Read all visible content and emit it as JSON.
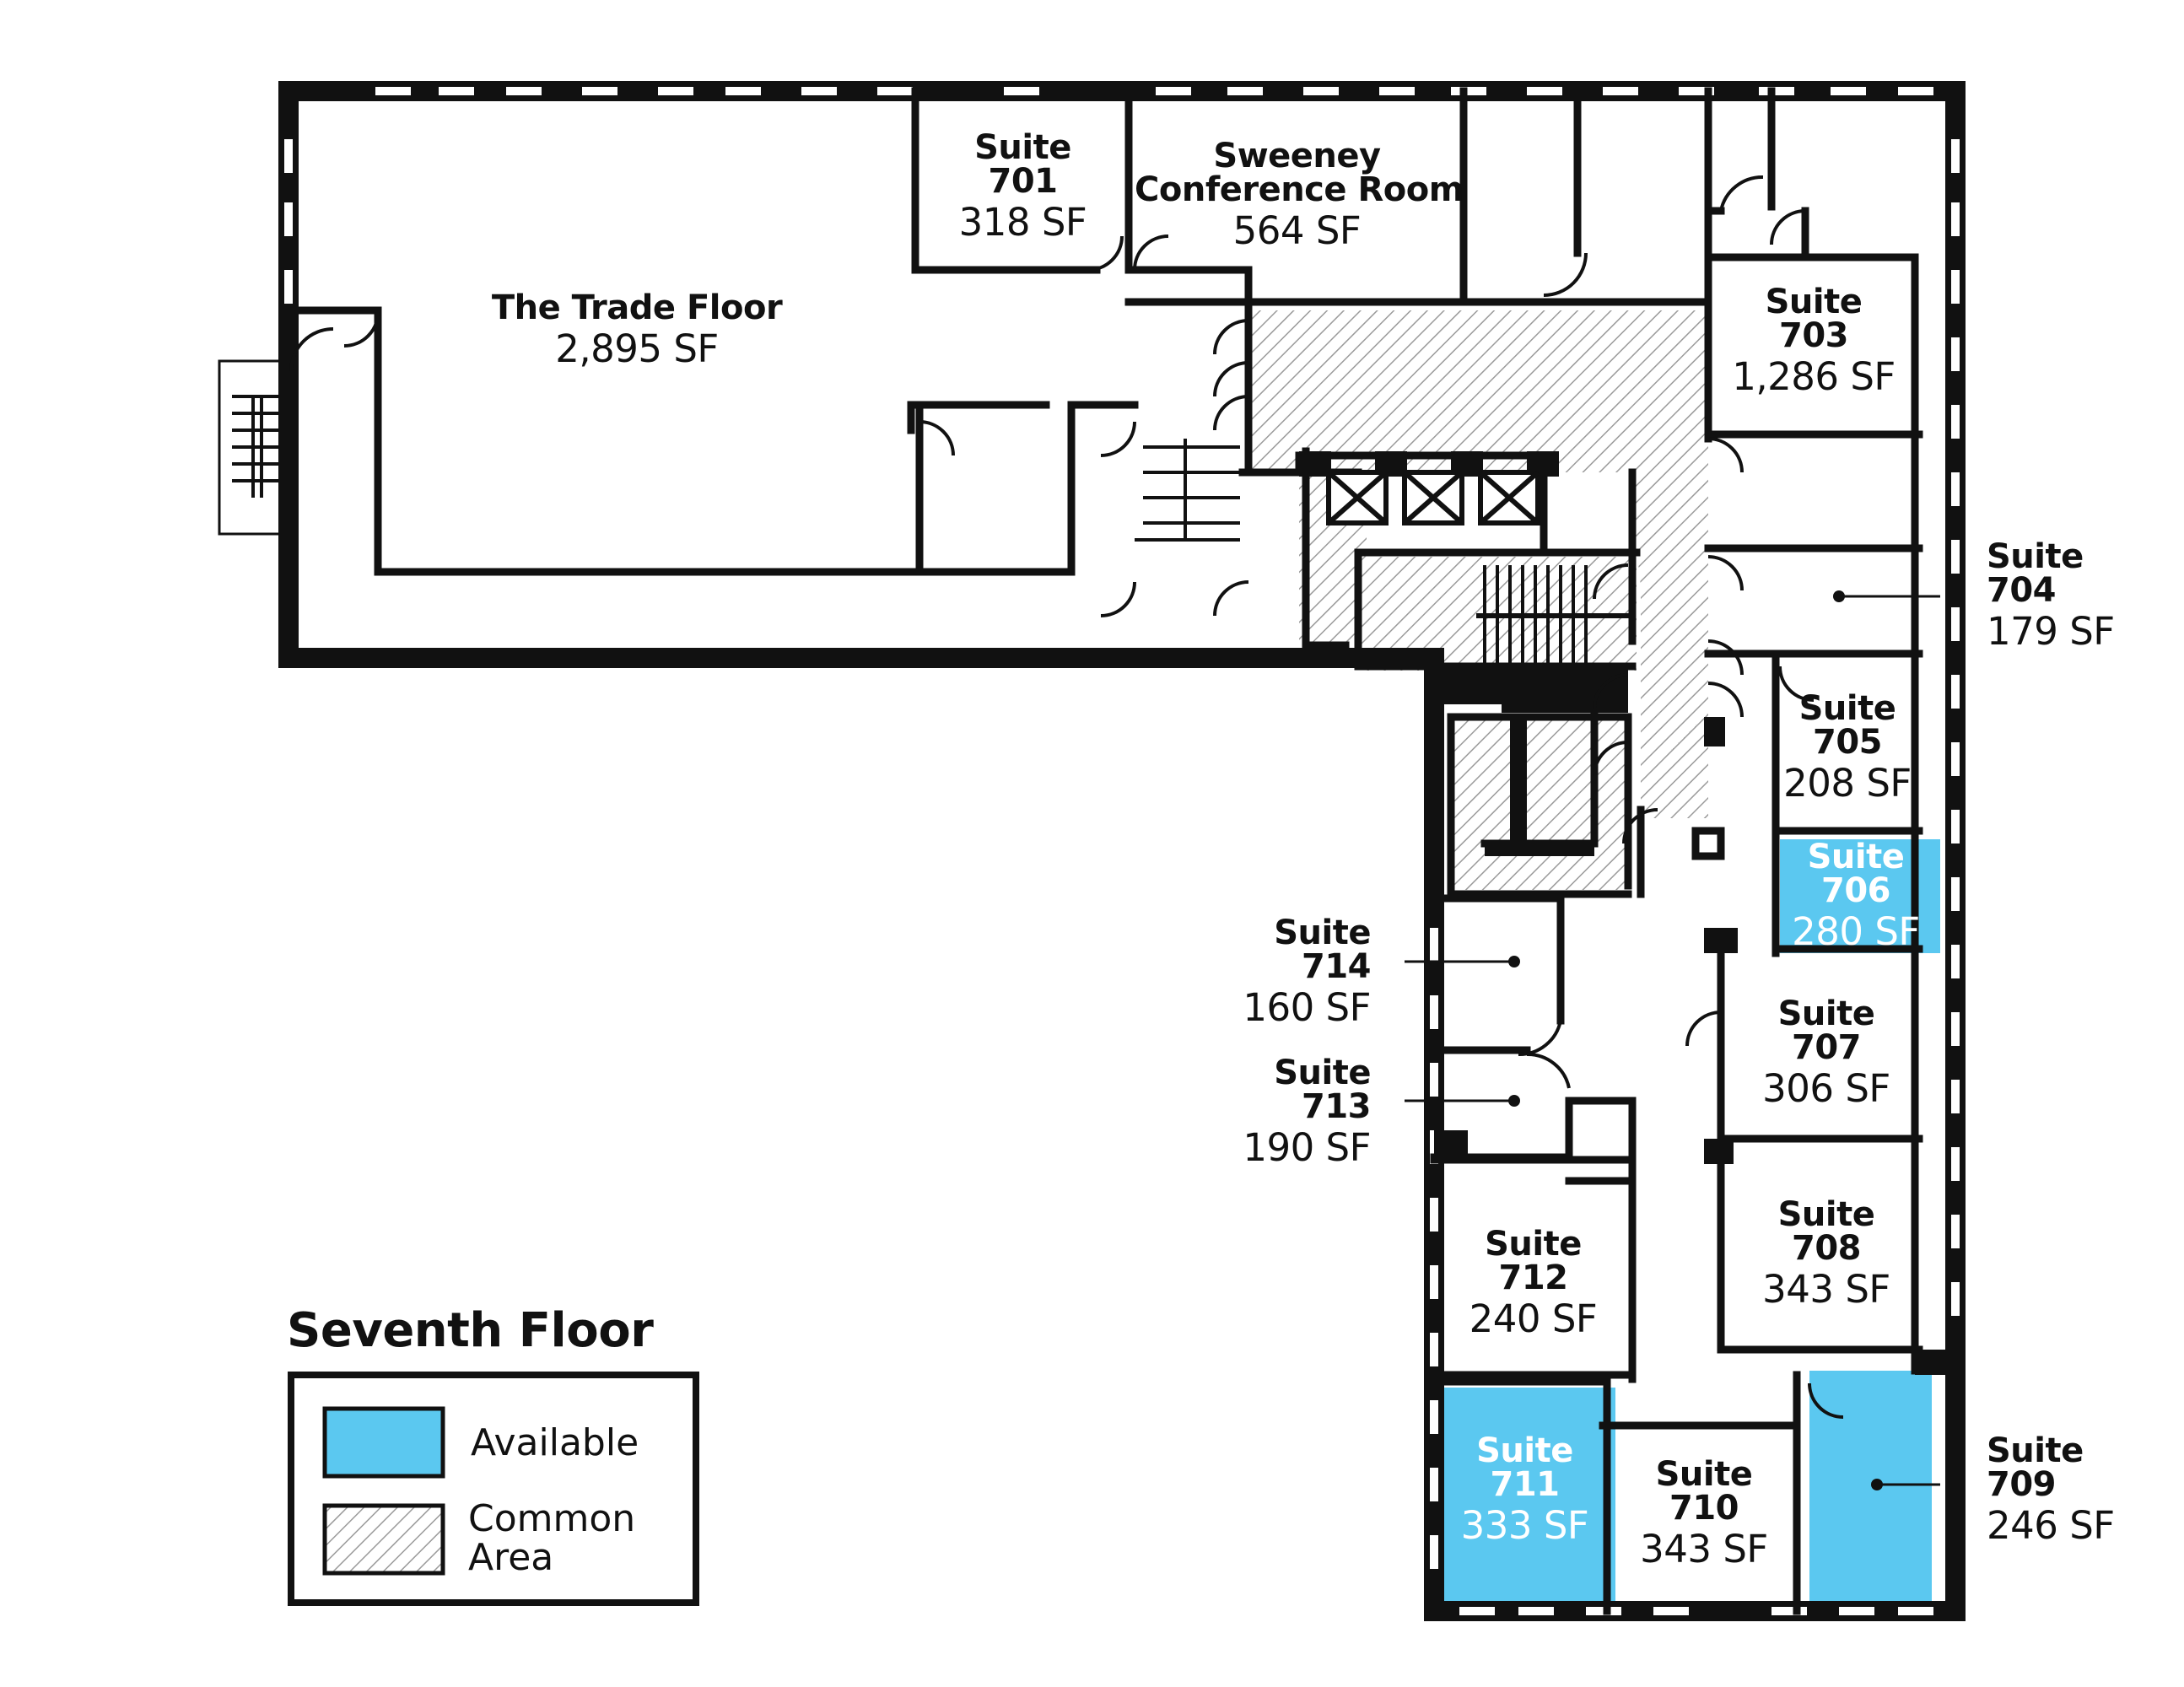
{
  "colors": {
    "wall": "#111111",
    "available": "#5bc8f0",
    "common_hatch": "#9a9a9a",
    "text": "#111111",
    "available_text": "#ffffff"
  },
  "rooms": {
    "trade_floor": {
      "name": "The Trade Floor",
      "area": "2,895 SF"
    },
    "sweeney": {
      "name1": "Sweeney",
      "name2": "Conference Room",
      "area": "564 SF"
    },
    "s701": {
      "line1": "Suite",
      "line2": "701",
      "area": "318 SF"
    },
    "s703": {
      "line1": "Suite",
      "line2": "703",
      "area": "1,286 SF"
    },
    "s704": {
      "line1": "Suite",
      "line2": "704",
      "area": "179 SF"
    },
    "s705": {
      "line1": "Suite",
      "line2": "705",
      "area": "208 SF"
    },
    "s706": {
      "line1": "Suite",
      "line2": "706",
      "area": "280 SF",
      "available": true
    },
    "s707": {
      "line1": "Suite",
      "line2": "707",
      "area": "306 SF"
    },
    "s708": {
      "line1": "Suite",
      "line2": "708",
      "area": "343 SF"
    },
    "s709": {
      "line1": "Suite",
      "line2": "709",
      "area": "246 SF",
      "available": true
    },
    "s710": {
      "line1": "Suite",
      "line2": "710",
      "area": "343 SF"
    },
    "s711": {
      "line1": "Suite",
      "line2": "711",
      "area": "333 SF",
      "available": true
    },
    "s712": {
      "line1": "Suite",
      "line2": "712",
      "area": "240 SF"
    },
    "s713": {
      "line1": "Suite",
      "line2": "713",
      "area": "190 SF"
    },
    "s714": {
      "line1": "Suite",
      "line2": "714",
      "area": "160 SF"
    }
  },
  "legend": {
    "title": "Seventh Floor",
    "available": "Available",
    "common1": "Common",
    "common2": "Area"
  }
}
